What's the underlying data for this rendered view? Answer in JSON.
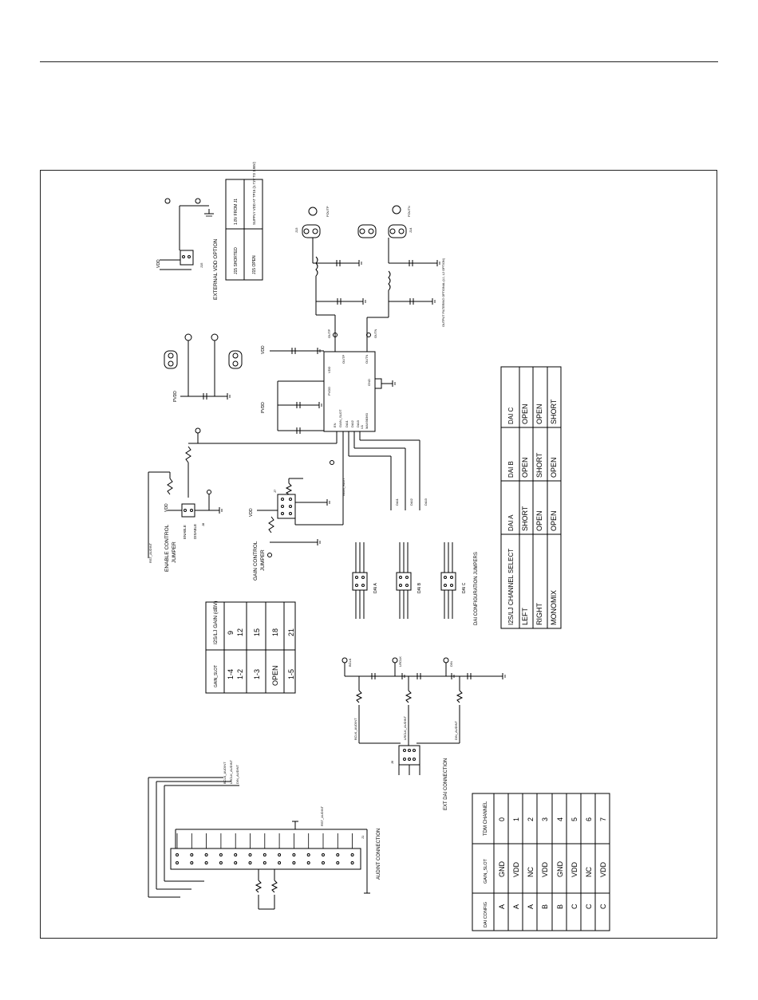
{
  "labels": {
    "external_vdd_option": "EXTERNAL VDD OPTION",
    "enable_control_jumper_1": "ENABLE CONTROL",
    "enable_control_jumper_2": "JUMPER",
    "gain_control_jumper_1": "GAIN CONTROL",
    "gain_control_jumper_2": "JUMPER",
    "dai_configuration_jumpers": "DAI CONFIGURATION JUMPERS",
    "ext_dai_connection": "EXT DAI CONNECTION",
    "audint_connection": "AUDINT CONNECTION",
    "enable": "ENABLE",
    "disable": "DISABLE",
    "vdd": "VDD",
    "pvdd": "PVDD",
    "rst_audint": "RST_AUDINT",
    "bclk_audint": "BCLK_AUDINT",
    "lrclk_audint": "LRCLK_AUDINT",
    "din_audint": "DIN_AUDINT",
    "gain_slot_net": "GAIN_SLOT",
    "dai_a": "DAI A",
    "dai_b": "DAI B",
    "dai_c": "DAI C",
    "outp": "OUTP",
    "outn": "OUTN",
    "fout_p": "FOUTP",
    "fout_n": "FOUTN",
    "ic_name": "MAX98360",
    "ic_ref": "U1",
    "bclk": "BCLK",
    "lrclk": "LRCLK",
    "din": "DIN",
    "dai1": "DAI1",
    "dai2": "DAI2",
    "dai3": "DAI3",
    "sd_mode": "EN",
    "gnd": "GND",
    "output_note": "OUTPUT FILTERING OPTIONAL (L1, L2 OPTION)",
    "j1": "J1",
    "j2": "J2",
    "j3": "J3",
    "j4": "J4",
    "j5": "J5",
    "j6": "J6",
    "j7": "J7",
    "j8": "J8",
    "j13": "J13",
    "j14": "J14",
    "j15": "J15"
  },
  "vdd_option_table": {
    "rows": [
      [
        "J15 SHORTED",
        "1.8V FROM J1"
      ],
      [
        "J15 OPEN",
        "SUPPLY VDD AT TP15 (1.71V TO 1.98V)"
      ]
    ]
  },
  "gain_table": {
    "headers": [
      "GAIN_SLOT",
      "I2S/LJ GAIN (dBV)"
    ],
    "rows": [
      [
        "1-4",
        "9"
      ],
      [
        "1-2",
        "12"
      ],
      [
        "1-3",
        "15"
      ],
      [
        "OPEN",
        "18"
      ],
      [
        "1-5",
        "21"
      ]
    ]
  },
  "channel_table": {
    "headers": [
      "I2S/LJ CHANNEL SELECT",
      "DAI A",
      "DAI B",
      "DAI C"
    ],
    "rows": [
      [
        "LEFT",
        "SHORT",
        "OPEN",
        "OPEN"
      ],
      [
        "RIGHT",
        "OPEN",
        "SHORT",
        "OPEN"
      ],
      [
        "MONOMIX",
        "OPEN",
        "OPEN",
        "SHORT"
      ]
    ]
  },
  "tdm_table": {
    "headers": [
      "DAI CONFIG",
      "GAIN_SLOT",
      "TDM CHANNEL"
    ],
    "rows": [
      [
        "A",
        "GND",
        "0"
      ],
      [
        "A",
        "VDD",
        "1"
      ],
      [
        "A",
        "NC",
        "2"
      ],
      [
        "B",
        "VDD",
        "3"
      ],
      [
        "B",
        "GND",
        "4"
      ],
      [
        "C",
        "VDD",
        "5"
      ],
      [
        "C",
        "NC",
        "6"
      ],
      [
        "C",
        "VDD",
        "7"
      ]
    ]
  }
}
